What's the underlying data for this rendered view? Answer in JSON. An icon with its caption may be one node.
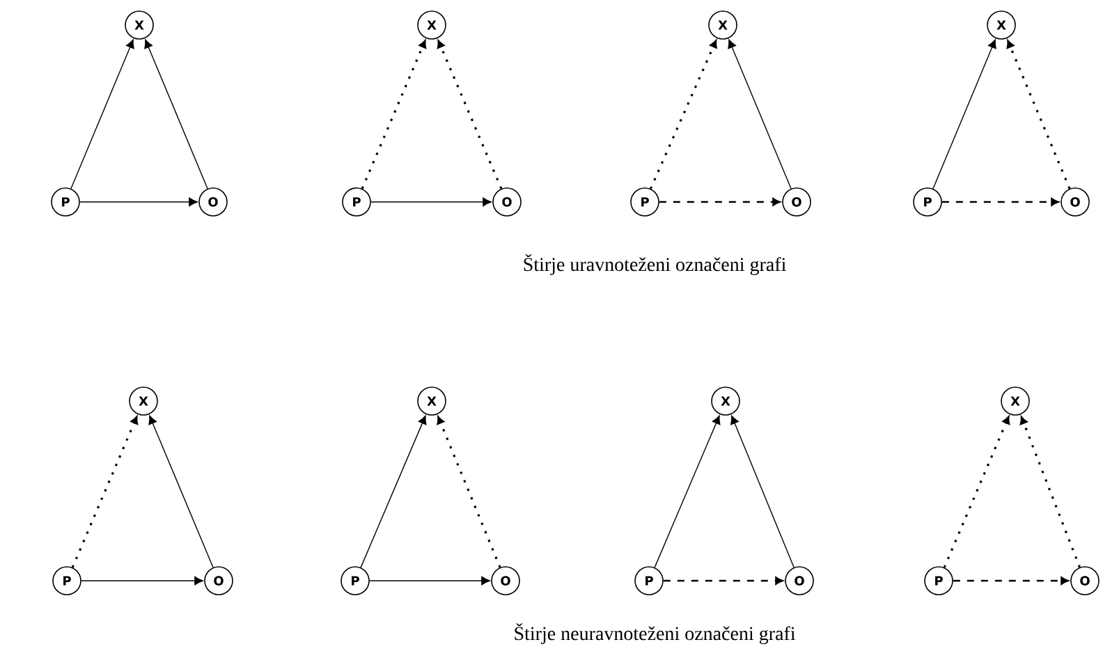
{
  "diagram": {
    "nodes": [
      {
        "text": [
          "X"
        ]
      },
      {
        "text": [
          "P"
        ]
      },
      {
        "text": [
          "O"
        ]
      },
      {
        "text": [
          "X"
        ]
      },
      {
        "text": [
          "P"
        ]
      },
      {
        "text": [
          "O"
        ]
      },
      {
        "text": [
          "X"
        ]
      },
      {
        "text": [
          "P"
        ]
      },
      {
        "text": [
          "O"
        ]
      },
      {
        "text": [
          "X"
        ]
      },
      {
        "text": [
          "P"
        ]
      },
      {
        "text": [
          "O"
        ]
      },
      {
        "text": [
          "X"
        ]
      },
      {
        "text": [
          "P"
        ]
      },
      {
        "text": [
          "O"
        ]
      },
      {
        "text": [
          "X"
        ]
      },
      {
        "text": [
          "P"
        ]
      },
      {
        "text": [
          "O"
        ]
      },
      {
        "text": [
          "X"
        ]
      },
      {
        "text": [
          "P"
        ]
      },
      {
        "text": [
          "O"
        ]
      },
      {
        "text": [
          "X"
        ]
      },
      {
        "text": [
          "P"
        ]
      },
      {
        "text": [
          "O"
        ]
      }
    ],
    "edges": [
      {
        "from": 1,
        "to": 0,
        "arrow": "to"
      },
      {
        "from": 2,
        "to": 0,
        "arrow": "to"
      },
      {
        "from": 1,
        "to": 2,
        "arrow": "to"
      },
      {
        "from": 4,
        "to": 3,
        "arrow": "to",
        "style": "dashed"
      },
      {
        "from": 5,
        "to": 3,
        "arrow": "to",
        "style": "dashed"
      },
      {
        "from": 4,
        "to": 5,
        "arrow": "to"
      },
      {
        "from": 7,
        "to": 6,
        "arrow": "to",
        "style": "dashed"
      },
      {
        "from": 8,
        "to": 6,
        "arrow": "to"
      },
      {
        "from": 7,
        "to": 8,
        "arrow": "to",
        "style": "dashed"
      },
      {
        "from": 10,
        "to": 9,
        "arrow": "to"
      },
      {
        "from": 11,
        "to": 9,
        "arrow": "to",
        "style": "dashed"
      },
      {
        "from": 10,
        "to": 11,
        "arrow": "to",
        "style": "dashed"
      },
      {
        "from": 13,
        "to": 12,
        "arrow": "to",
        "style": "dashed"
      },
      {
        "from": 14,
        "to": 12,
        "arrow": "to"
      },
      {
        "from": 13,
        "to": 14,
        "arrow": "to"
      },
      {
        "from": 16,
        "to": 15,
        "arrow": "to"
      },
      {
        "from": 17,
        "to": 15,
        "arrow": "to",
        "style": "dashed"
      },
      {
        "from": 16,
        "to": 17,
        "arrow": "to"
      },
      {
        "from": 19,
        "to": 18,
        "arrow": "to"
      },
      {
        "from": 20,
        "to": 18,
        "arrow": "to"
      },
      {
        "from": 19,
        "to": 20,
        "arrow": "to",
        "style": "dashed"
      },
      {
        "from": 22,
        "to": 21,
        "arrow": "to",
        "style": "dashed"
      },
      {
        "from": 23,
        "to": 21,
        "arrow": "to",
        "style": "dashed"
      },
      {
        "from": 22,
        "to": 23,
        "arrow": "to",
        "style": "dashed"
      }
    ],
    "labels": [
      "Štirje uravnoteženi označeni grafi",
      "Štirje neuravnoteženi označeni grafi"
    ]
  }
}
